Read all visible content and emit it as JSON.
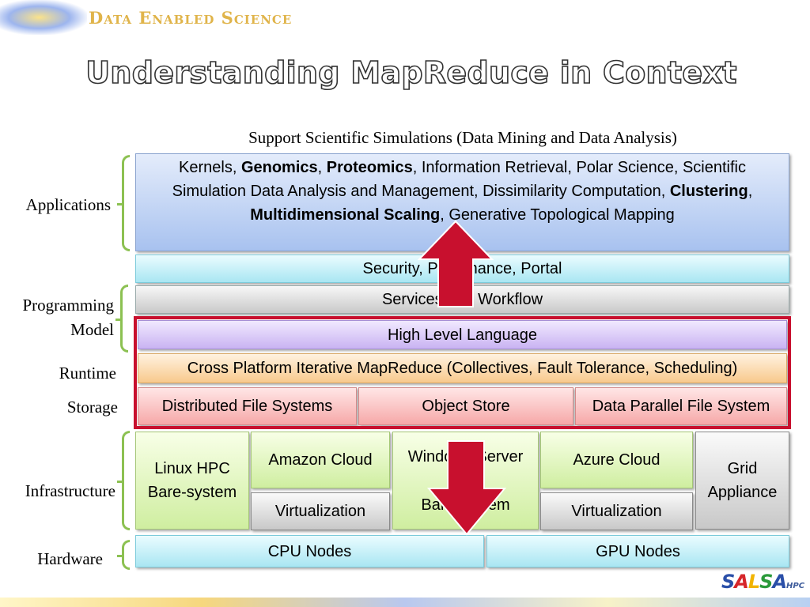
{
  "header": {
    "brand": "Data Enabled Science",
    "title": "Understanding MapReduce in Context",
    "subtitle": "Support  Scientific Simulations  (Data Mining and Data Analysis)"
  },
  "side_labels": {
    "applications": "Applications",
    "programming_1": "Programming",
    "programming_2": "Model",
    "runtime": "Runtime",
    "storage": "Storage",
    "infrastructure": "Infrastructure",
    "hardware": "Hardware"
  },
  "applications": {
    "t1": "Kernels, ",
    "b1": "Genomics",
    "t2": ", ",
    "b2": "Proteomics",
    "t3": ", Information Retrieval, Polar Science, Scientific Simulation Data Analysis and Management, Dissimilarity Computation, ",
    "b3": "Clustering",
    "t4": ", ",
    "b4": "Multidimensional Scaling",
    "t5": ", Generative Topological Mapping"
  },
  "layers": {
    "security": "Security, Provenance, Portal",
    "services": "Services and Workflow",
    "high_level_language": "High Level Language",
    "cross_platform": "Cross Platform Iterative MapReduce (Collectives, Fault Tolerance, Scheduling)",
    "distributed_fs": "Distributed File Systems",
    "object_store": "Object Store",
    "data_parallel_fs": "Data Parallel File System"
  },
  "infrastructure": {
    "linux_hpc": "Linux HPC Bare-system",
    "amazon_cloud": "Amazon Cloud",
    "virtualization_1": "Virtualization",
    "windows_server_1": "Windows Server",
    "windows_server_2": "Bare-system",
    "azure_cloud": "Azure Cloud",
    "virtualization_2": "Virtualization",
    "grid_appliance": "Grid Appliance"
  },
  "hardware": {
    "cpu": "CPU Nodes",
    "gpu": "GPU Nodes"
  },
  "logo": {
    "letters": [
      "S",
      "A",
      "L",
      "S",
      "A"
    ],
    "colors": [
      "#2a4fa8",
      "#d6262a",
      "#f2b400",
      "#2a9a3a",
      "#2a4fa8"
    ],
    "suffix": "HPC"
  },
  "colors": {
    "bracket": "#8cc152",
    "arrow": "#c8102e",
    "frame": "#c8102e"
  }
}
